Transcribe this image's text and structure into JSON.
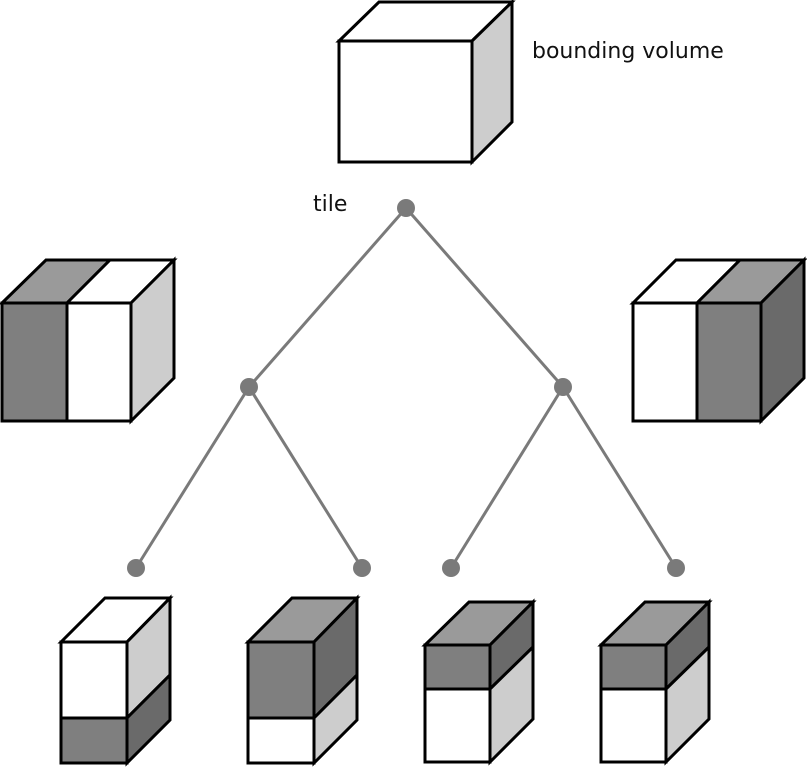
{
  "labels": {
    "bounding_volume": "bounding volume",
    "tile": "tile"
  },
  "colors": {
    "white": "#ffffff",
    "light_side": "#cdcdcd",
    "dark_front": "#7f7f7f",
    "dark_top": "#9a9a9a",
    "dark_side": "#6a6a6a",
    "tree": "#7a7a7a",
    "outline": "#000000"
  },
  "tree": {
    "root": "tile",
    "children": [
      {
        "name": "left",
        "children": [
          "left-left",
          "left-right"
        ]
      },
      {
        "name": "right",
        "children": [
          "right-left",
          "right-right"
        ]
      }
    ]
  },
  "cubes": [
    {
      "id": "root-bounding-volume",
      "split": "none",
      "highlight": "none"
    },
    {
      "id": "level1-left",
      "split": "vertical",
      "highlight": "left-half"
    },
    {
      "id": "level1-right",
      "split": "vertical",
      "highlight": "right-half"
    },
    {
      "id": "leaf-1",
      "split": "horizontal",
      "highlight": "bottom"
    },
    {
      "id": "leaf-2",
      "split": "horizontal",
      "highlight": "top"
    },
    {
      "id": "leaf-3",
      "split": "horizontal",
      "highlight": "top"
    },
    {
      "id": "leaf-4",
      "split": "horizontal",
      "highlight": "top"
    }
  ]
}
